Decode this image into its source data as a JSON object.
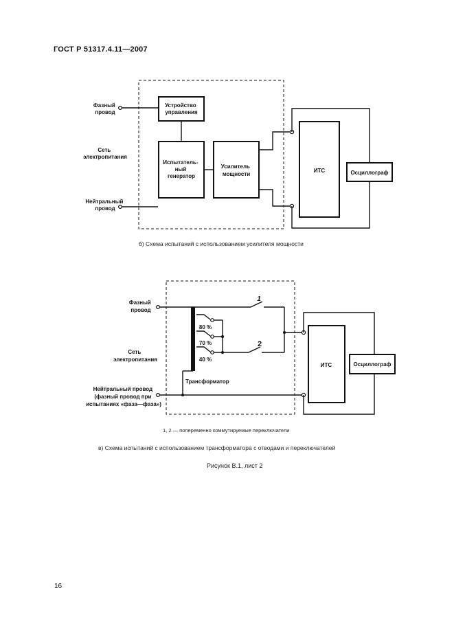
{
  "header": {
    "title": "ГОСТ Р 51317.4.11—2007"
  },
  "diagram_b": {
    "phase_wire": [
      "Фазный",
      "провод"
    ],
    "mains": [
      "Сеть",
      "электропитания"
    ],
    "neutral_wire": [
      "Нейтральный",
      "провод"
    ],
    "control_unit": [
      "Устройство",
      "управления"
    ],
    "test_generator": [
      "Испытатель-",
      "ный",
      "генератор"
    ],
    "power_amplifier": [
      "Усилитель",
      "мощности"
    ],
    "eut": "ИТС",
    "oscilloscope": "Осциллограф",
    "caption": "б)  Схема испытаний с использованием усилителя мощности"
  },
  "diagram_c": {
    "phase_wire": [
      "Фазный",
      "провод"
    ],
    "mains": [
      "Сеть",
      "электропитания"
    ],
    "neutral_wire": [
      "Нейтральный провод",
      "(фазный провод при",
      "испытаниях «фаза—фаза»)"
    ],
    "tap_80": "80 %",
    "tap_70": "70 %",
    "tap_40": "40 %",
    "switch_1": "1",
    "switch_2": "2",
    "transformer": "Трансформатор",
    "eut": "ИТС",
    "oscilloscope": "Осциллограф",
    "switch_note": "1, 2 — попеременно коммутируемые переключатели",
    "caption": "в)  Схема испытаний с использованием трансформатора с отводами и переключателей"
  },
  "figure_caption": "Рисунок В.1, лист 2",
  "page_number": "16"
}
